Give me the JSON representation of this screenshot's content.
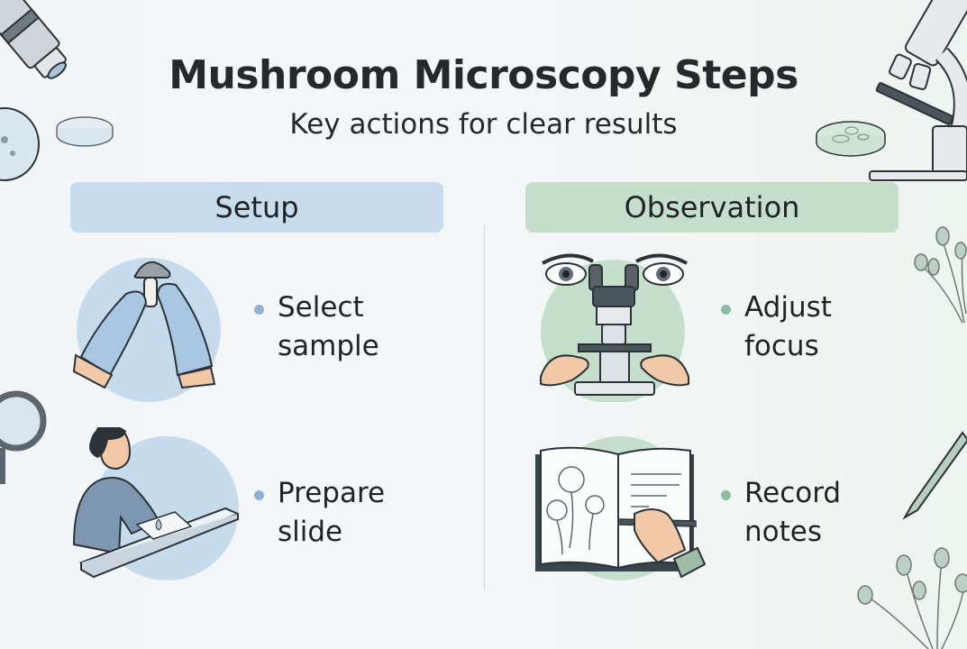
{
  "header": {
    "title": "Mushroom Microscopy Steps",
    "subtitle": "Key actions for clear results"
  },
  "sections": [
    {
      "title": "Setup",
      "color": "#c8dcee",
      "bullet_color": "#8fb1d2",
      "steps": [
        {
          "label_line1": "Select",
          "label_line2": "sample",
          "icon": "gloved-hands-holding-mushroom-icon"
        },
        {
          "label_line1": "Prepare",
          "label_line2": "slide",
          "icon": "person-preparing-slide-icon"
        }
      ]
    },
    {
      "title": "Observation",
      "color": "#c5dfcc",
      "bullet_color": "#92bc9f",
      "steps": [
        {
          "label_line1": "Adjust",
          "label_line2": "focus",
          "icon": "eyes-microscope-hands-icon"
        },
        {
          "label_line1": "Record",
          "label_line2": "notes",
          "icon": "notebook-hand-writing-icon"
        }
      ]
    }
  ],
  "decorations": [
    "microscope-objective-icon",
    "petri-dish-icon",
    "microscope-icon",
    "magnifying-glass-icon",
    "mold-spores-icon",
    "pen-icon"
  ]
}
